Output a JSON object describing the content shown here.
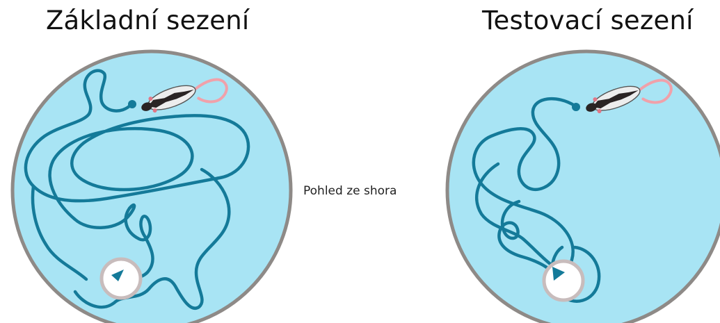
{
  "panels": {
    "left": {
      "title": "Základní sezení"
    },
    "right": {
      "title": "Testovací sezení"
    }
  },
  "center_label": "Pohled ze shora",
  "colors": {
    "arena_fill": "#a8e4f4",
    "arena_rim": "#8e8a87",
    "path": "#147a99",
    "goal_hole_fill": "#ffffff",
    "goal_hole_rim": "#c8bcbc",
    "mouse_body": "#ededed",
    "mouse_stripe": "#2a2424",
    "mouse_tail": "#f0a1aa"
  },
  "icons": [
    "mouse-icon",
    "arrowhead-icon",
    "goal-hole-icon",
    "start-dot-icon"
  ]
}
